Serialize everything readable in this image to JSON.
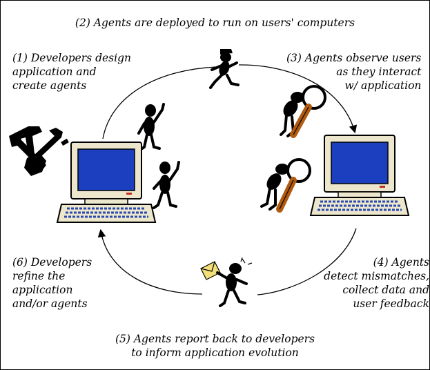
{
  "captions": {
    "step2": "(2) Agents are deployed to run on users' computers",
    "step1": [
      "(1) Developers design",
      "application and",
      "create agents"
    ],
    "step3": [
      "(3) Agents observe users",
      "as they interact",
      "w/ application"
    ],
    "step4": [
      "(4) Agents",
      "detect mismatches,",
      "collect data and",
      "user feedback"
    ],
    "step5": [
      "(5) Agents report back to developers",
      "to inform application evolution"
    ],
    "step6": [
      "(6) Developers",
      "refine the",
      "application",
      "and/or agents"
    ]
  },
  "colors": {
    "screen": "#1b3fbf",
    "monitor": "#ece6cc",
    "lens_handle": "#b05a10",
    "ink": "#000000"
  },
  "icons": [
    "tools-icon",
    "developer-figure-icon",
    "runner-agent-icon",
    "magnifier-agent-icon",
    "computer-icon",
    "messenger-agent-icon",
    "envelope-icon"
  ]
}
